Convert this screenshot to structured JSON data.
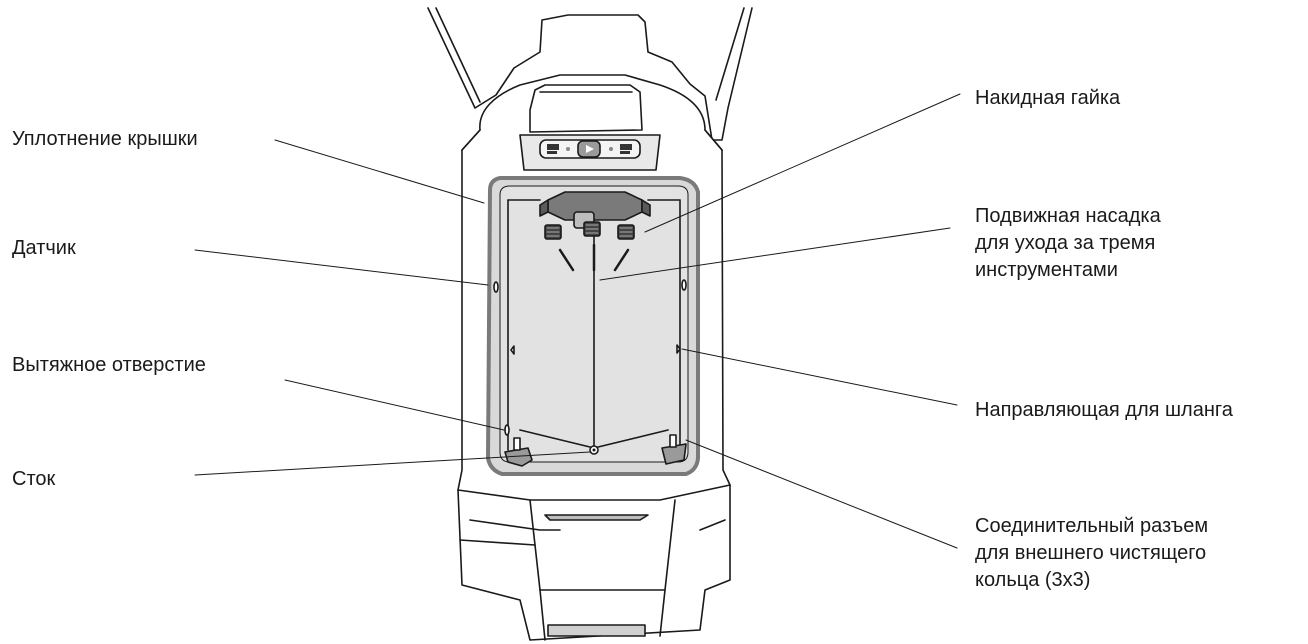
{
  "diagram": {
    "labels": {
      "lid_seal": "Уплотнение крышки",
      "sensor": "Датчик",
      "exhaust_opening": "Вытяжное отверстие",
      "drain": "Сток",
      "union_nut": "Накидная гайка",
      "movable_attachment": [
        "Подвижная насадка",
        "для ухода за тремя",
        "инструментами"
      ],
      "hose_guide": "Направляющая для шланга",
      "connector": [
        "Соединительный разъем",
        "для внешнего чистящего",
        "кольца (3x3)"
      ]
    },
    "panel_icons": [
      "play-icon"
    ]
  }
}
